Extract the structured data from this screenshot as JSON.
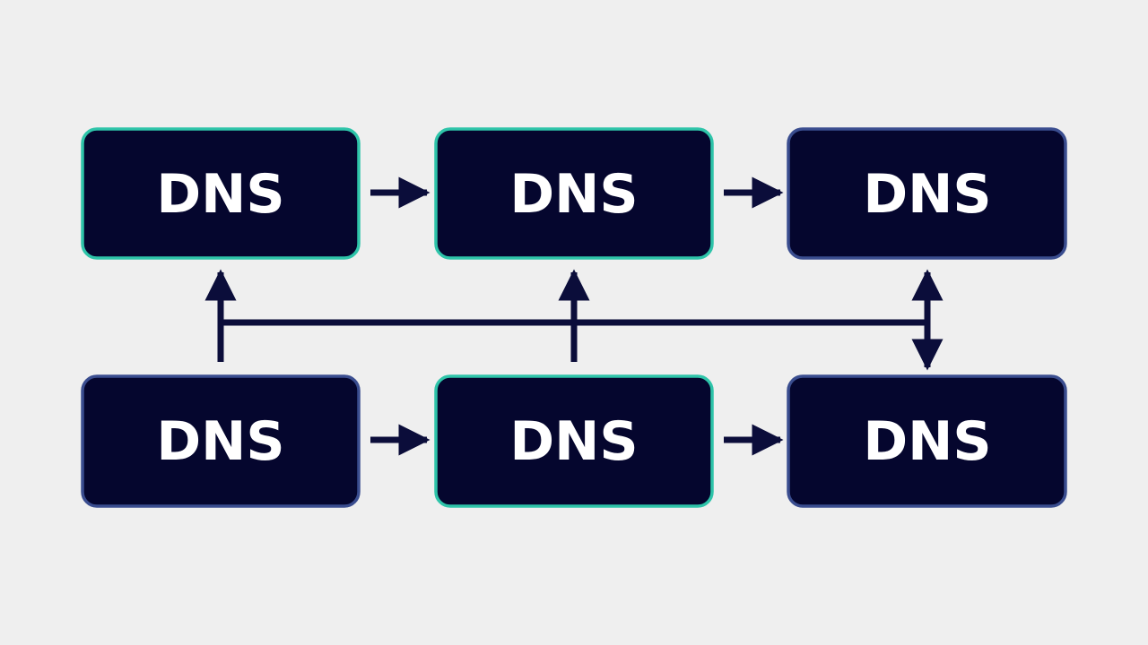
{
  "colors": {
    "background": "#efefef",
    "node_fill": "#05062e",
    "teal_border": "#2ec4a9",
    "navy_border": "#3a4d8f",
    "connector": "#0b0d3a",
    "label": "#ffffff"
  },
  "nodes": [
    {
      "label": "DNS",
      "border": "teal"
    },
    {
      "label": "DNS",
      "border": "teal"
    },
    {
      "label": "DNS",
      "border": "navy"
    },
    {
      "label": "DNS",
      "border": "navy"
    },
    {
      "label": "DNS",
      "border": "teal"
    },
    {
      "label": "DNS",
      "border": "navy"
    }
  ],
  "edges": [
    {
      "from": 0,
      "to": 1,
      "direction": "right"
    },
    {
      "from": 1,
      "to": 2,
      "direction": "right"
    },
    {
      "from": 3,
      "to": 4,
      "direction": "right"
    },
    {
      "from": 4,
      "to": 5,
      "direction": "right"
    },
    {
      "from": 3,
      "to": 0,
      "direction": "up"
    },
    {
      "from": 4,
      "to": 1,
      "direction": "up"
    },
    {
      "from": 5,
      "to": 2,
      "direction": "bidirectional"
    }
  ]
}
